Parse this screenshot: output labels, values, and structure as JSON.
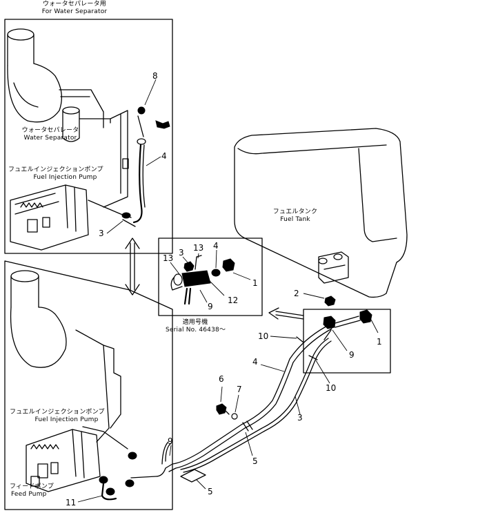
{
  "labels": {
    "water_sep_top_jp": "ウォータセパレータ用",
    "water_sep_top_en": "For Water Separator",
    "water_sep_jp": "ウォータセパレータ",
    "water_sep_en": "Water Separator",
    "fip_upper_jp": "フュエルインジェクションポンプ",
    "fip_upper_en": "Fuel Injection Pump",
    "fuel_tank_jp": "フュエルタンク",
    "fuel_tank_en": "Fuel Tank",
    "serial_jp": "適用号機",
    "serial_en": "Serial No. 46438～",
    "fip_lower_jp": "フュエルインジェクションポンプ",
    "fip_lower_en": "Fuel Injection Pump",
    "feed_pump_jp": "フィードポンプ",
    "feed_pump_en": "Feed Pump"
  },
  "callouts": {
    "u8": "8",
    "u4": "4",
    "u3": "3",
    "d13a": "13",
    "d3": "3",
    "d13b": "13",
    "d4": "4",
    "d1": "1",
    "d12": "12",
    "d9": "9",
    "m2": "2",
    "m1": "1",
    "m10a": "10",
    "m9": "9",
    "m4": "4",
    "m10b": "10",
    "m6": "6",
    "m7": "7",
    "m3": "3",
    "m5a": "5",
    "m9b": "9",
    "m5b": "5",
    "m11": "11"
  }
}
